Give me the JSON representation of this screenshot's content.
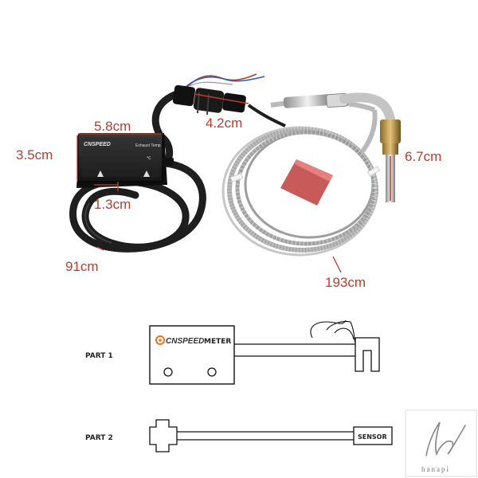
{
  "dimensions": {
    "width": "5.8cm",
    "height": "3.5cm",
    "depth": "1.3cm",
    "connector": "4.2cm",
    "probe": "6.7cm",
    "meter_cable": "91cm",
    "sensor_cable": "193cm"
  },
  "device": {
    "brand": "CNSPEED",
    "label": "Exhaust Temp",
    "unit": "℃"
  },
  "diagram": {
    "part1_label": "PART 1",
    "part1_brand": "CNSPEED",
    "part1_name": "METER",
    "part2_label": "PART 2",
    "part2_name": "SENSOR"
  },
  "watermark": {
    "text": "hanapi"
  },
  "colors": {
    "dimension": "#c0392b",
    "cable": "#1e1e1e",
    "braid": "#b9b9b9",
    "brand_logo": "#e8731a"
  }
}
